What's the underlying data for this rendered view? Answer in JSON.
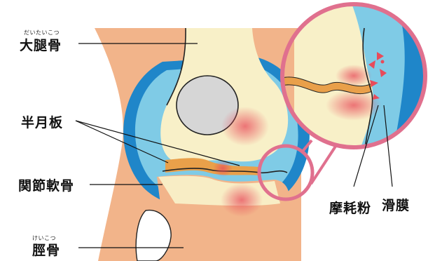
{
  "labels": {
    "femur": {
      "ruby": "だいたいこつ",
      "text": "大腿骨"
    },
    "meniscus": {
      "text": "半月板"
    },
    "cartilage": {
      "text": "関節軟骨"
    },
    "tibia": {
      "ruby": "けいこつ",
      "text": "脛骨"
    },
    "wear_particles": {
      "text": "摩耗粉"
    },
    "synovium": {
      "text": "滑膜"
    }
  },
  "colors": {
    "bone": "#f2b48a",
    "bone_inner": "#f8f0c8",
    "synovial_fluid": "#7fcbe6",
    "capsule": "#1f86c9",
    "cartilage": "#e9a04a",
    "inflammation": "#e84b5a",
    "magnifier_ring": "#e0708e",
    "patella": "#d6d6d6"
  }
}
